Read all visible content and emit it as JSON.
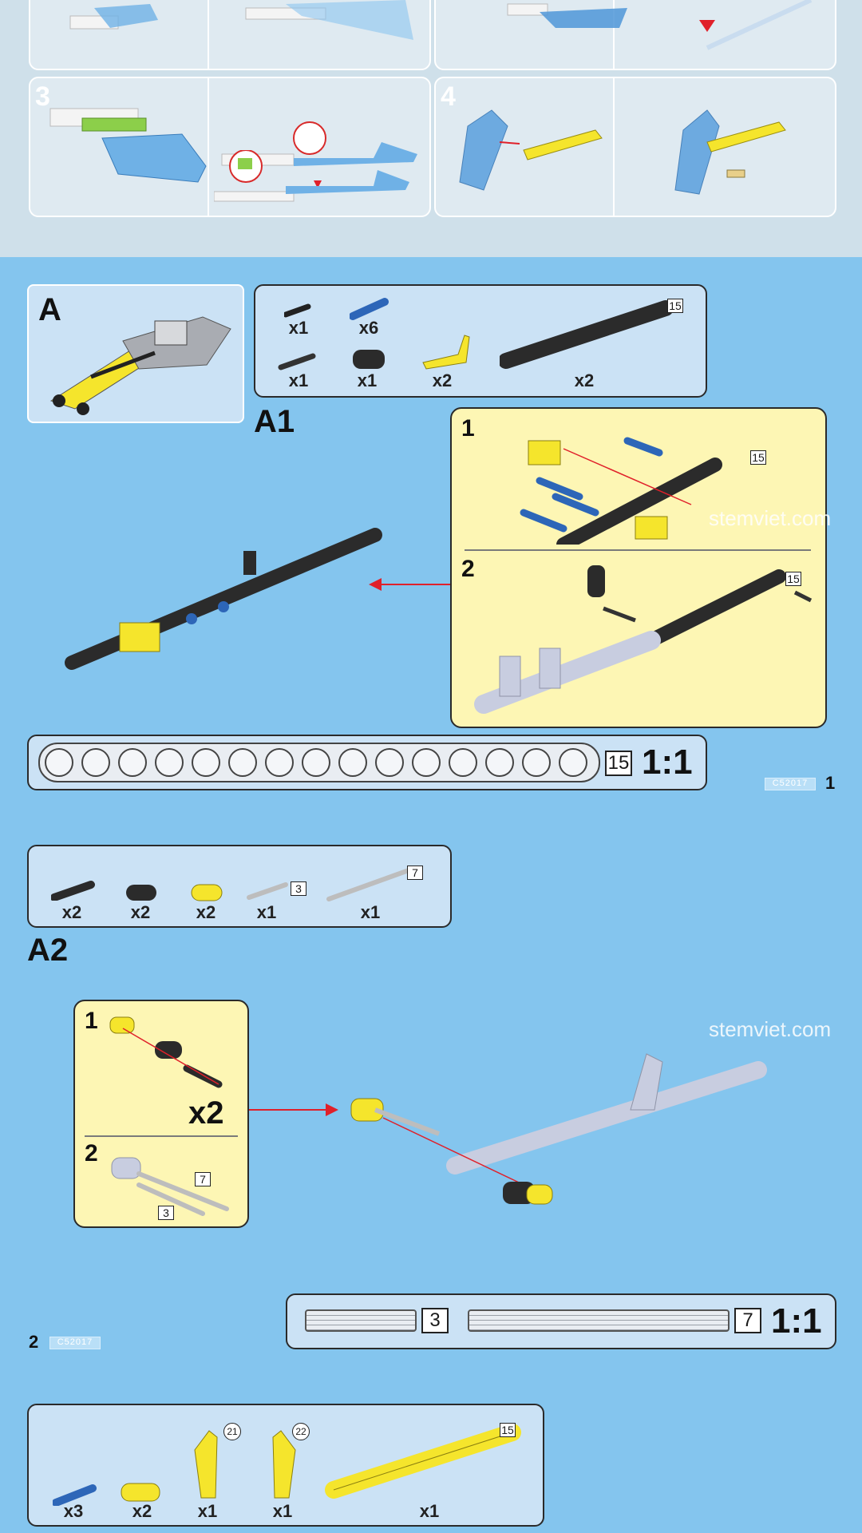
{
  "top": {
    "steps": [
      {
        "num": "3"
      },
      {
        "num": "4"
      }
    ]
  },
  "sectionA": {
    "label": "A",
    "parts": [
      {
        "qty": "x1"
      },
      {
        "qty": "x6"
      },
      {
        "qty": "x1"
      },
      {
        "qty": "x1"
      },
      {
        "qty": "x2"
      },
      {
        "qty": "x2"
      }
    ],
    "beam_size": "15"
  },
  "a1": {
    "label": "A1",
    "sub1": "1",
    "sub2": "2",
    "beam_size_1": "15",
    "beam_size_2": "15",
    "watermark": "stemviet.com",
    "scale_size": "15",
    "scale": "1:1",
    "code": "C52017",
    "page": "1"
  },
  "a2": {
    "label": "A2",
    "parts": [
      {
        "qty": "x2"
      },
      {
        "qty": "x2"
      },
      {
        "qty": "x2"
      },
      {
        "qty": "x1"
      },
      {
        "qty": "x1"
      }
    ],
    "axle_short": "3",
    "axle_long": "7",
    "sub1": "1",
    "sub2": "2",
    "mult": "x2",
    "box7": "7",
    "box3": "3",
    "watermark": "stemviet.com",
    "scale_short": "3",
    "scale_long": "7",
    "scale": "1:1",
    "page": "2",
    "code": "C52017"
  },
  "bottom": {
    "parts": [
      {
        "qty": "x3"
      },
      {
        "qty": "x2"
      },
      {
        "qty": "x1"
      },
      {
        "qty": "x1"
      },
      {
        "qty": "x1"
      }
    ],
    "circ21": "21",
    "circ22": "22",
    "beam_size": "15"
  },
  "colors": {
    "background": "#84c5ee",
    "panel": "#cbe2f5",
    "yellow_panel": "#fdf6b4",
    "arrow": "#e0202a",
    "part_yellow": "#f5e52c",
    "part_black": "#2b2b2b",
    "part_blue": "#2d66b8",
    "part_grey": "#c8cde0"
  }
}
